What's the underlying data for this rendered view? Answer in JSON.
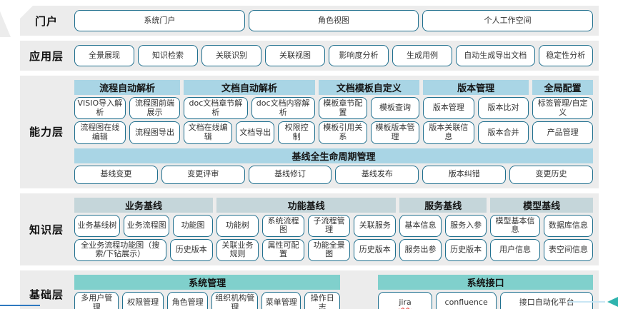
{
  "colors": {
    "panel": "#ECECEC",
    "header_blue": "#A9D5E5",
    "header_gray": "#C5D6DA",
    "header_teal": "#80D0CC",
    "button_border": "#1F6F8E",
    "bottom_line_blue": "#2E79C0",
    "bottom_line_light": "#C9E6F4",
    "arrow_teal": "#2FB4AE",
    "jira_underline_red": "#E53935"
  },
  "layers": [
    {
      "id": "portal",
      "label": "门户",
      "tall": true,
      "bands": [
        {
          "groups": [
            {
              "id": "portal-buttons",
              "header": null,
              "flex": 1,
              "rows": [
                [
                  {
                    "t": "系统门户",
                    "flex": 1
                  },
                  {
                    "t": "角色视图",
                    "flex": 1
                  },
                  {
                    "t": "个人工作空间",
                    "flex": 1
                  }
                ]
              ]
            }
          ]
        }
      ]
    },
    {
      "id": "application",
      "label": "应用层",
      "tall": true,
      "bands": [
        {
          "groups": [
            {
              "id": "application-buttons",
              "header": null,
              "flex": 1,
              "rows": [
                [
                  {
                    "t": "全景展现",
                    "flex": 1
                  },
                  {
                    "t": "知识检索",
                    "flex": 1
                  },
                  {
                    "t": "关联识别",
                    "flex": 1
                  },
                  {
                    "t": "关联视图",
                    "flex": 1
                  },
                  {
                    "t": "影响度分析",
                    "flex": 1
                  },
                  {
                    "t": "生成用例",
                    "flex": 1
                  },
                  {
                    "t": "自动生成导出文档",
                    "flex": 1.35
                  },
                  {
                    "t": "稳定性分析",
                    "flex": 0.9
                  }
                ]
              ]
            }
          ]
        }
      ]
    },
    {
      "id": "capability",
      "label": "能力层",
      "tall": false,
      "bands": [
        {
          "groups": [
            {
              "id": "process-auto-parse",
              "header": "流程自动解析",
              "color": "blue",
              "flex": 21,
              "rows": [
                [
                  {
                    "t": "VISIO导入解析",
                    "flex": 1
                  },
                  {
                    "t": "流程图前端展示",
                    "flex": 1
                  }
                ],
                [
                  {
                    "t": "流程图在线编辑",
                    "flex": 1
                  },
                  {
                    "t": "流程图导出",
                    "flex": 1
                  }
                ]
              ]
            },
            {
              "id": "doc-auto-parse",
              "header": "文档自动解析",
              "color": "blue",
              "flex": 26,
              "rows": [
                [
                  {
                    "t": "doc文档章节解析",
                    "flex": 1
                  },
                  {
                    "t": "doc文档内容解析",
                    "flex": 1
                  }
                ],
                [
                  {
                    "t": "文档在线编辑",
                    "flex": 1.1
                  },
                  {
                    "t": "文档导出",
                    "flex": 0.85
                  },
                  {
                    "t": "权限控制",
                    "flex": 0.8
                  }
                ]
              ]
            },
            {
              "id": "doc-template-custom",
              "header": "文档模板自定义",
              "color": "blue",
              "flex": 20,
              "rows": [
                [
                  {
                    "t": "模板章节配置",
                    "flex": 1
                  },
                  {
                    "t": "模板查询",
                    "flex": 1
                  }
                ],
                [
                  {
                    "t": "模板引用关系",
                    "flex": 1
                  },
                  {
                    "t": "模板版本管理",
                    "flex": 1
                  }
                ]
              ]
            },
            {
              "id": "version-management",
              "header": "版本管理",
              "color": "blue",
              "flex": 21,
              "rows": [
                [
                  {
                    "t": "版本管理",
                    "flex": 1
                  },
                  {
                    "t": "版本比对",
                    "flex": 1
                  }
                ],
                [
                  {
                    "t": "版本关联信息",
                    "flex": 1
                  },
                  {
                    "t": "版本合并",
                    "flex": 1
                  }
                ]
              ]
            },
            {
              "id": "global-config",
              "header": "全局配置",
              "color": "blue",
              "flex": 12,
              "rows": [
                [
                  {
                    "t": "标签管理/自定义",
                    "flex": 1
                  }
                ],
                [
                  {
                    "t": "产品管理",
                    "flex": 1
                  }
                ]
              ]
            }
          ]
        },
        {
          "groups": [
            {
              "id": "baseline-lifecycle",
              "header": "基线全生命周期管理",
              "color": "blue",
              "flex": 1,
              "rows": [
                [
                  {
                    "t": "基线变更",
                    "flex": 1
                  },
                  {
                    "t": "变更评审",
                    "flex": 1
                  },
                  {
                    "t": "基线修订",
                    "flex": 1
                  },
                  {
                    "t": "基线发布",
                    "flex": 1
                  },
                  {
                    "t": "版本纠错",
                    "flex": 1
                  },
                  {
                    "t": "变更历史",
                    "flex": 1
                  }
                ]
              ]
            }
          ]
        }
      ]
    },
    {
      "id": "knowledge",
      "label": "知识层",
      "tall": false,
      "bands": [
        {
          "groups": [
            {
              "id": "business-baseline",
              "header": "业务基线",
              "color": "gray",
              "flex": 27,
              "rows": [
                [
                  {
                    "t": "业务基线树",
                    "flex": 1
                  },
                  {
                    "t": "业务流程图",
                    "flex": 1
                  },
                  {
                    "t": "功能图",
                    "flex": 0.85
                  }
                ],
                [
                  {
                    "t": "全业务流程功能图（搜索/下钻展示）",
                    "flex": 2.3
                  },
                  {
                    "t": "历史版本",
                    "flex": 1
                  }
                ]
              ]
            },
            {
              "id": "function-baseline",
              "header": "功能基线",
              "color": "gray",
              "flex": 35,
              "rows": [
                [
                  {
                    "t": "功能树",
                    "flex": 1
                  },
                  {
                    "t": "系统流程图",
                    "flex": 1
                  },
                  {
                    "t": "子流程管理",
                    "flex": 1
                  },
                  {
                    "t": "关联服务",
                    "flex": 1
                  }
                ],
                [
                  {
                    "t": "关联业务规则",
                    "flex": 1
                  },
                  {
                    "t": "属性可配置",
                    "flex": 1
                  },
                  {
                    "t": "功能全景图",
                    "flex": 1
                  },
                  {
                    "t": "历史版本",
                    "flex": 1
                  }
                ]
              ]
            },
            {
              "id": "service-baseline",
              "header": "服务基线",
              "color": "gray",
              "flex": 17,
              "rows": [
                [
                  {
                    "t": "基本信息",
                    "flex": 1
                  },
                  {
                    "t": "服务入参",
                    "flex": 1
                  }
                ],
                [
                  {
                    "t": "服务出参",
                    "flex": 1
                  },
                  {
                    "t": "历史版本",
                    "flex": 1
                  }
                ]
              ]
            },
            {
              "id": "model-baseline",
              "header": "模型基线",
              "color": "gray",
              "flex": 20,
              "rows": [
                [
                  {
                    "t": "模型基本信息",
                    "flex": 1
                  },
                  {
                    "t": "数据库信息",
                    "flex": 1
                  }
                ],
                [
                  {
                    "t": "用户信息",
                    "flex": 1
                  },
                  {
                    "t": "表空间信息",
                    "flex": 1
                  }
                ]
              ]
            }
          ]
        }
      ]
    },
    {
      "id": "base",
      "label": "基础层",
      "tall": false,
      "bands": [
        {
          "groups": [
            {
              "id": "system-management",
              "header": "系统管理",
              "color": "teal",
              "flex": 52,
              "rows": [
                [
                  {
                    "t": "多用户管理",
                    "flex": 1.1
                  },
                  {
                    "t": "权限管理",
                    "flex": 1
                  },
                  {
                    "t": "角色管理",
                    "flex": 1
                  },
                  {
                    "t": "组织机构管理",
                    "flex": 1.15
                  },
                  {
                    "t": "菜单管理",
                    "flex": 0.95
                  },
                  {
                    "t": "操作日志",
                    "flex": 0.85
                  }
                ]
              ]
            },
            {
              "spacer": true,
              "flex": 6
            },
            {
              "id": "system-interface",
              "header": "系统接口",
              "color": "teal",
              "flex": 42,
              "rows": [
                [
                  {
                    "t": "jira",
                    "flex": 1,
                    "wavy": true
                  },
                  {
                    "t": "confluence",
                    "flex": 1.15
                  },
                  {
                    "t": "接口自动化平台",
                    "flex": 1.8
                  }
                ]
              ]
            }
          ]
        }
      ]
    }
  ]
}
